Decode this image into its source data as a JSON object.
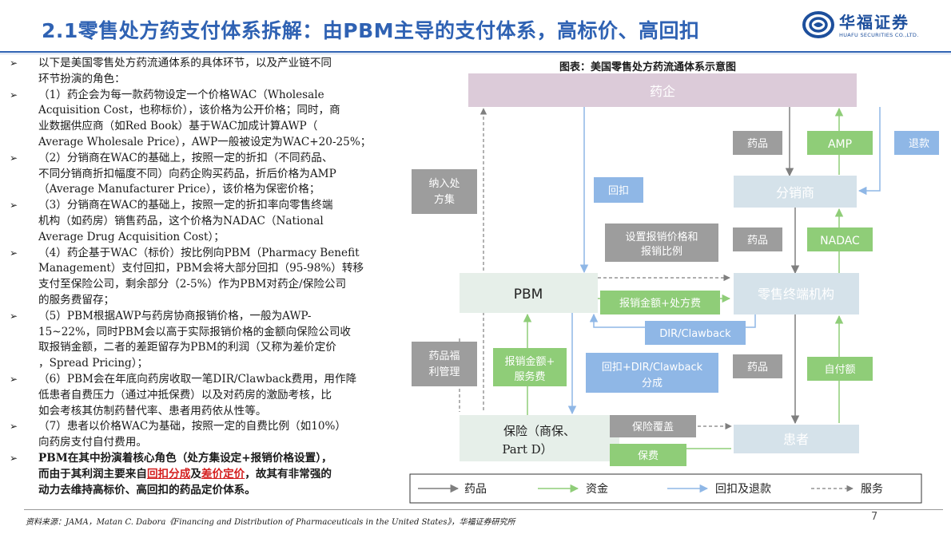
{
  "header": {
    "title": "2.1零售处方药支付体系拆解：由PBM主导的支付体系，高标价、高回扣",
    "logo_cn": "华福证券",
    "logo_en": "HUAFU SECURITIES CO.,LTD."
  },
  "bullets": [
    {
      "arrow": true,
      "text": "以下是美国零售处方药流通体系的具体环节，以及产业链不同"
    },
    {
      "arrow": false,
      "text": "环节扮演的角色："
    },
    {
      "arrow": true,
      "text": "（1）药企会为每一款药物设定一个价格WAC（Wholesale"
    },
    {
      "arrow": false,
      "text": "Acquisition Cost，也称标价），该价格为公开价格；同时，商"
    },
    {
      "arrow": false,
      "text": "业数据供应商（如Red Book）基于WAC加成计算AWP（"
    },
    {
      "arrow": false,
      "text": "Average Wholesale Price），AWP一般被设定为WAC+20-25%；"
    },
    {
      "arrow": true,
      "text": "（2）分销商在WAC的基础上，按照一定的折扣（不同药品、"
    },
    {
      "arrow": false,
      "text": "不同分销商折扣幅度不同）向药企购买药品，折后价格为AMP"
    },
    {
      "arrow": false,
      "text": "（Average Manufacturer Price），该价格为保密价格；"
    },
    {
      "arrow": true,
      "text": "（3）分销商在WAC的基础上，按照一定的折扣率向零售终端"
    },
    {
      "arrow": false,
      "text": "机构（如药房）销售药品，这个价格为NADAC（National"
    },
    {
      "arrow": false,
      "text": "Average Drug Acquisition Cost）；"
    },
    {
      "arrow": true,
      "text": "（4）药企基于WAC（标价）按比例向PBM（Pharmacy Benefit"
    },
    {
      "arrow": false,
      "text": "Management）支付回扣，PBM会将大部分回扣（95-98%）转移"
    },
    {
      "arrow": false,
      "text": "支付至保险公司，剩余部分（2-5%）作为PBM对药企/保险公司"
    },
    {
      "arrow": false,
      "text": "的服务费留存；"
    },
    {
      "arrow": true,
      "text": "（5）PBM根据AWP与药房协商报销价格，一般为AWP-"
    },
    {
      "arrow": false,
      "text": "15~22%，同时PBM会以高于实际报销价格的金额向保险公司收"
    },
    {
      "arrow": false,
      "text": "取报销金额，二者的差距留存为PBM的利润（又称为差价定价"
    },
    {
      "arrow": false,
      "text": "，Spread Pricing）；"
    },
    {
      "arrow": true,
      "text": "（6）PBM会在年底向药房收取一笔DIR/Clawback费用，用作降"
    },
    {
      "arrow": false,
      "text": "低患者自费压力（通过冲抵保费）以及对药房的激励考核，比"
    },
    {
      "arrow": false,
      "text": "如会考核其仿制药替代率、患者用药依从性等。"
    },
    {
      "arrow": true,
      "text": "（7）患者以价格WAC为基础，按照一定的自费比例（如10%）"
    },
    {
      "arrow": false,
      "text": "向药房支付自付费用。"
    }
  ],
  "conclusion": {
    "line1": "PBM在其中扮演着核心角色（处方集设定+报销价格设置），",
    "line2_pre": "而由于其利润主要来自",
    "line2_hl1": "回扣分成",
    "line2_mid": "及",
    "line2_hl2": "差价定价",
    "line2_post": "，故其有非常强的",
    "line3": "动力去维持高标价、高回扣的药品定价体系。"
  },
  "chart": {
    "title": "图表：美国零售处方药流通体系示意图",
    "nodes": {
      "pharma": "药企",
      "distributor": "分销商",
      "pbm": "PBM",
      "pharmacy": "零售终端机构",
      "insurer_line1": "保险（商保、",
      "insurer_line2": "Part D）",
      "patient": "患者"
    },
    "labels": {
      "formulary_line1": "纳入处",
      "formulary_line2": "方集",
      "rebate": "回扣",
      "drug1": "药品",
      "amp": "AMP",
      "refund": "退款",
      "set_price_line1": "设置报销价格和",
      "set_price_line2": "报销比例",
      "drug2": "药品",
      "nadac": "NADAC",
      "reimb_fee": "报销金额+处方费",
      "dir": "DIR/Clawback",
      "benefit_line1": "药品福",
      "benefit_line2": "利管理",
      "reimb_service_line1": "报销金额+",
      "reimb_service_line2": "服务费",
      "rebate_dir_line1": "回扣+DIR/Clawback",
      "rebate_dir_line2": "分成",
      "drug3": "药品",
      "copay": "自付额",
      "coverage": "保险覆盖",
      "premium": "保费"
    },
    "legend": [
      "药品",
      "资金",
      "回扣及退款",
      "服务"
    ]
  },
  "colors": {
    "title_blue": "#2f62b3",
    "pharma_node": "#dccbd9",
    "light_node": "#d5e2ea",
    "pale_node": "#e6efe9",
    "gray_label": "#9d9d9d",
    "green_label": "#8fcd78",
    "blue_label": "#8fb7e6",
    "highlight_red": "#d42020"
  },
  "footer": {
    "source": "资料来源：JAMA，Matan C. Dabora《Financing and Distribution of Pharmaceuticals in the United States》，华福证券研究所",
    "page": "7"
  }
}
